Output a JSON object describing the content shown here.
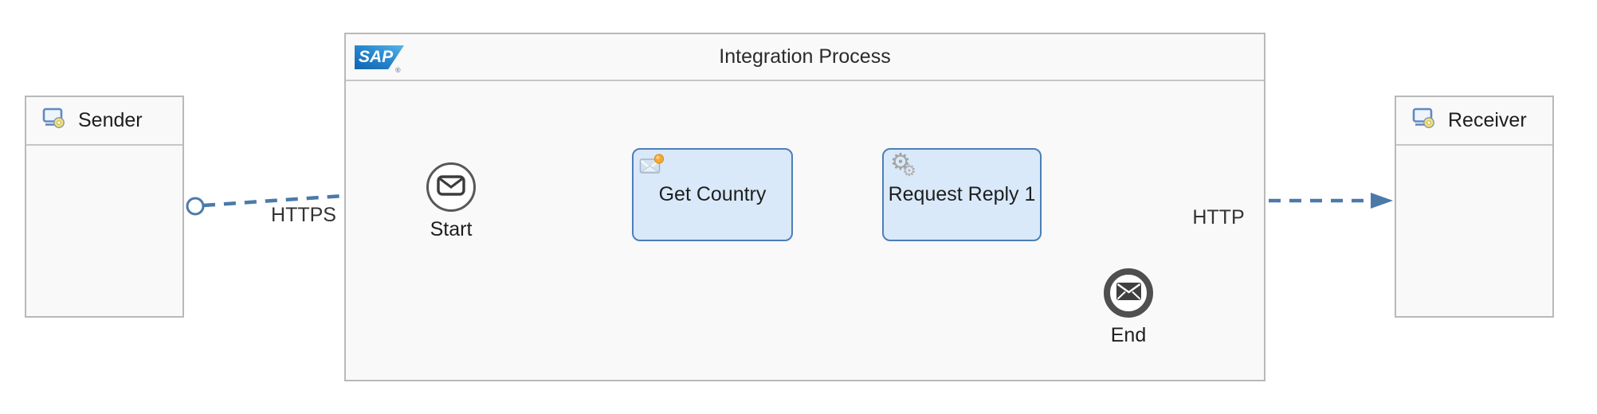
{
  "pool": {
    "title": "Integration Process",
    "logo_text": "SAP",
    "logo_reg": "®"
  },
  "participants": {
    "sender": {
      "label": "Sender"
    },
    "receiver": {
      "label": "Receiver"
    }
  },
  "nodes": {
    "start": {
      "label": "Start",
      "type": "start-message-event"
    },
    "get_country": {
      "label": "Get Country",
      "type": "content-modifier-task"
    },
    "request_reply": {
      "label": "Request Reply 1",
      "type": "request-reply-task"
    },
    "end": {
      "label": "End",
      "type": "end-message-event"
    }
  },
  "flows": {
    "sender_to_start": {
      "label": "HTTPS",
      "kind": "message-flow",
      "style": "dashed"
    },
    "start_to_get_country": {
      "kind": "sequence-flow",
      "style": "solid"
    },
    "get_country_to_request_reply": {
      "kind": "sequence-flow",
      "style": "solid"
    },
    "request_reply_to_end": {
      "kind": "sequence-flow",
      "style": "solid"
    },
    "request_reply_to_receiver": {
      "label": "HTTP",
      "kind": "message-flow",
      "style": "dashed"
    }
  },
  "icons": {
    "gear_glyph": "⚙"
  },
  "colors": {
    "flow_blue": "#4b7aa9",
    "task_fill": "#d9e9f9",
    "task_border": "#4d7eb8",
    "panel_fill": "#f9f9f9",
    "panel_border": "#b9b9b9",
    "event_border": "#4f4f4f"
  }
}
